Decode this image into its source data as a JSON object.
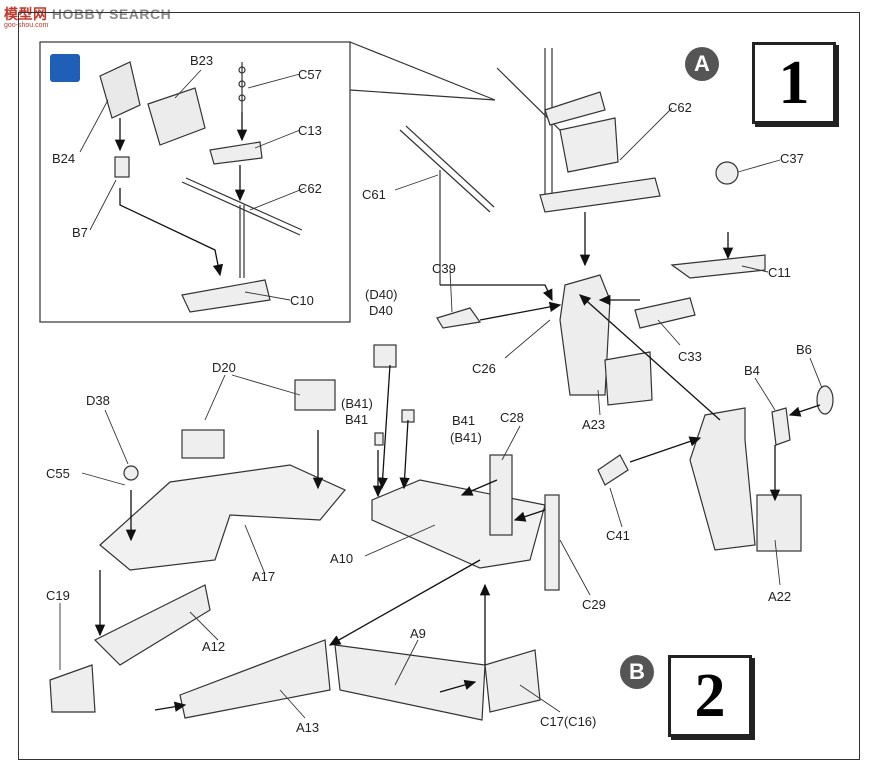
{
  "watermark": {
    "text_cn": "模型网",
    "text_en": "HOBBY SEARCH",
    "url": "goo-shou.com"
  },
  "steps": [
    {
      "number": "1",
      "circle": "A"
    },
    {
      "number": "2",
      "circle": "B"
    }
  ],
  "labels": {
    "B23": "B23",
    "C57": "C57",
    "B24": "B24",
    "C13": "C13",
    "B7": "B7",
    "C62_inset": "C62",
    "C10": "C10",
    "C62": "C62",
    "C37": "C37",
    "C61": "C61",
    "C39": "C39",
    "C11": "C11",
    "D40p": "(D40)",
    "D40": "D40",
    "C26": "C26",
    "C33": "C33",
    "A23": "A23",
    "B6": "B6",
    "B4": "B4",
    "D20": "D20",
    "D38": "D38",
    "B41p": "(B41)",
    "B41": "B41",
    "B41r": "B41",
    "B41rp": "(B41)",
    "C28": "C28",
    "C55": "C55",
    "C41": "C41",
    "A10": "A10",
    "A17": "A17",
    "C29": "C29",
    "A22": "A22",
    "C19": "C19",
    "A12": "A12",
    "A9": "A9",
    "A13": "A13",
    "C17": "C17(C16)"
  }
}
